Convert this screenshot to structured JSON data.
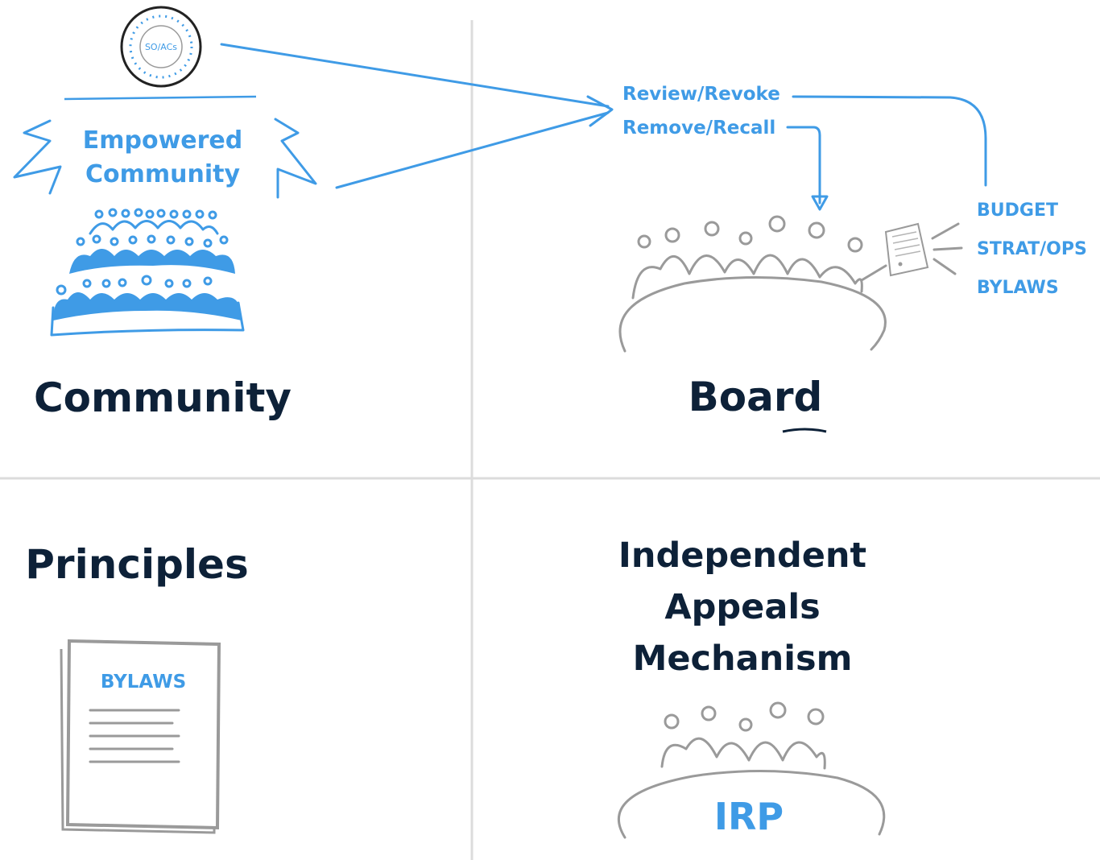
{
  "community": {
    "title": "Community",
    "badge_text": "SO/ACs",
    "empowered_line1": "Empowered",
    "empowered_line2": "Community"
  },
  "board": {
    "title": "Board",
    "powers": [
      "Review/Revoke",
      "Remove/Recall"
    ],
    "documents": [
      "BUDGET",
      "STRAT/OPS",
      "BYLAWS"
    ]
  },
  "principles": {
    "title": "Principles",
    "document_label": "BYLAWS"
  },
  "appeals": {
    "title_line1": "Independent",
    "title_line2": "Appeals",
    "title_line3": "Mechanism",
    "table_label": "IRP"
  },
  "colors": {
    "accent": "#3f9be6",
    "title_text": "#0d2138",
    "sketch_gray": "#9a9a9a",
    "divider": "#dcdcdc"
  }
}
